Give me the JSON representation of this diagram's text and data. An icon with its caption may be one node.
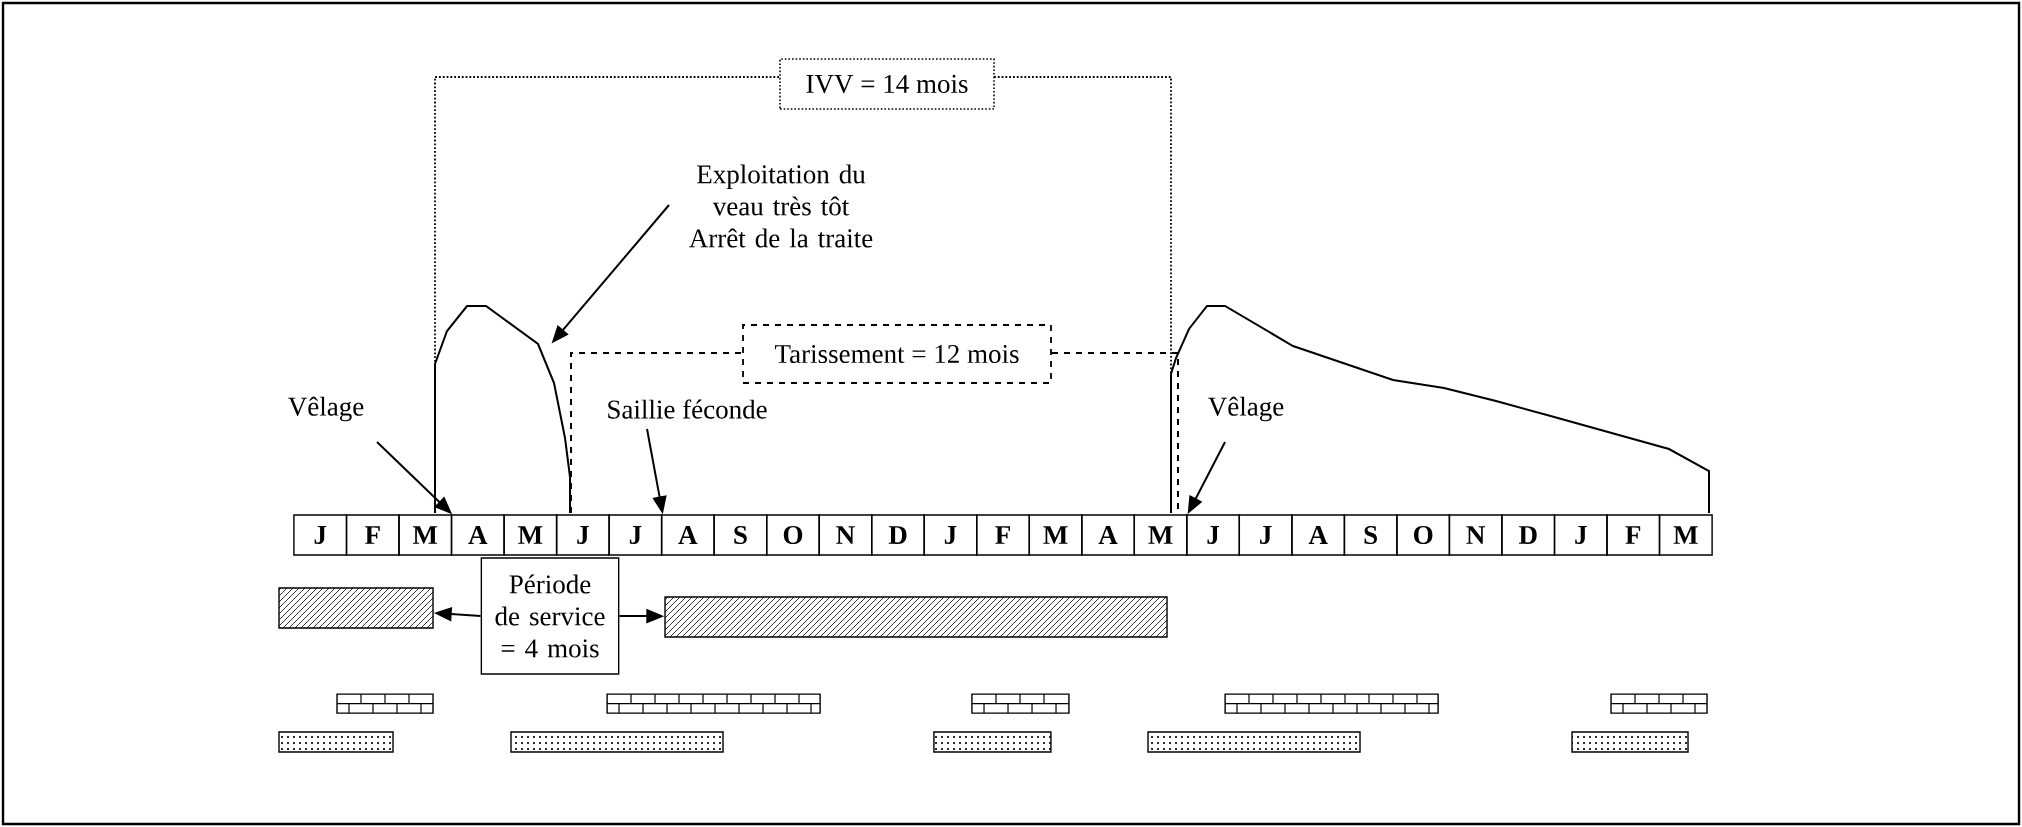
{
  "diagram": {
    "nodes": [
      {
        "text": [
          "IVV = 14 mois"
        ]
      },
      {
        "text": [
          "Tarissement = 12 mois"
        ]
      },
      {
        "text": [
          "Exploitation du veau très tôt Arrêt de la traite"
        ]
      },
      {
        "text": [
          "Vêlage"
        ]
      },
      {
        "text": [
          "Saillie féconde"
        ]
      },
      {
        "text": [
          "Vêlage"
        ]
      },
      {
        "text": [
          "Période de service = 4 mois"
        ]
      },
      {
        "text": [],
        "shape": "bar"
      },
      {
        "text": [],
        "shape": "bar"
      },
      {
        "text": [],
        "shape": "curve"
      },
      {
        "text": [
          "J"
        ]
      },
      {
        "text": [
          "F"
        ]
      },
      {
        "text": [
          "M"
        ]
      },
      {
        "text": [
          "A"
        ]
      },
      {
        "text": [
          "M"
        ]
      },
      {
        "text": [
          "J"
        ]
      },
      {
        "text": [
          "J"
        ]
      },
      {
        "text": [
          "A"
        ]
      },
      {
        "text": [
          "S"
        ]
      },
      {
        "text": [
          "O"
        ]
      },
      {
        "text": [
          "N"
        ]
      },
      {
        "text": [
          "D"
        ]
      },
      {
        "text": [
          "J"
        ]
      },
      {
        "text": [
          "F"
        ]
      },
      {
        "text": [
          "M"
        ]
      },
      {
        "text": [
          "A"
        ]
      },
      {
        "text": [
          "M"
        ]
      },
      {
        "text": [
          "J"
        ]
      },
      {
        "text": [
          "J"
        ]
      },
      {
        "text": [
          "A"
        ]
      },
      {
        "text": [
          "S"
        ]
      },
      {
        "text": [
          "O"
        ]
      },
      {
        "text": [
          "N"
        ]
      },
      {
        "text": [
          "D"
        ]
      },
      {
        "text": [
          "J"
        ]
      },
      {
        "text": [
          "F"
        ]
      },
      {
        "text": [
          "M"
        ]
      },
      {
        "text": [],
        "shape": "bar"
      },
      {
        "text": [],
        "shape": "bar"
      },
      {
        "text": [],
        "shape": "bar"
      },
      {
        "text": [],
        "shape": "bar"
      },
      {
        "text": [],
        "shape": "bar"
      },
      {
        "text": [],
        "shape": "bar"
      },
      {
        "text": [],
        "shape": "bar"
      },
      {
        "text": [],
        "shape": "bar"
      },
      {
        "text": [],
        "shape": "bar"
      },
      {
        "text": [],
        "shape": "bar"
      }
    ],
    "edges": [
      {
        "from": 2,
        "to": 9,
        "arrow": "to"
      },
      {
        "from": 3,
        "to": 12,
        "arrow": "to"
      },
      {
        "from": 4,
        "to": 17,
        "arrow": "to"
      },
      {
        "from": 5,
        "to": 26,
        "arrow": "to"
      },
      {
        "from": 6,
        "to": 7,
        "arrow": "to"
      },
      {
        "from": 6,
        "to": 8,
        "arrow": "to"
      }
    ]
  }
}
